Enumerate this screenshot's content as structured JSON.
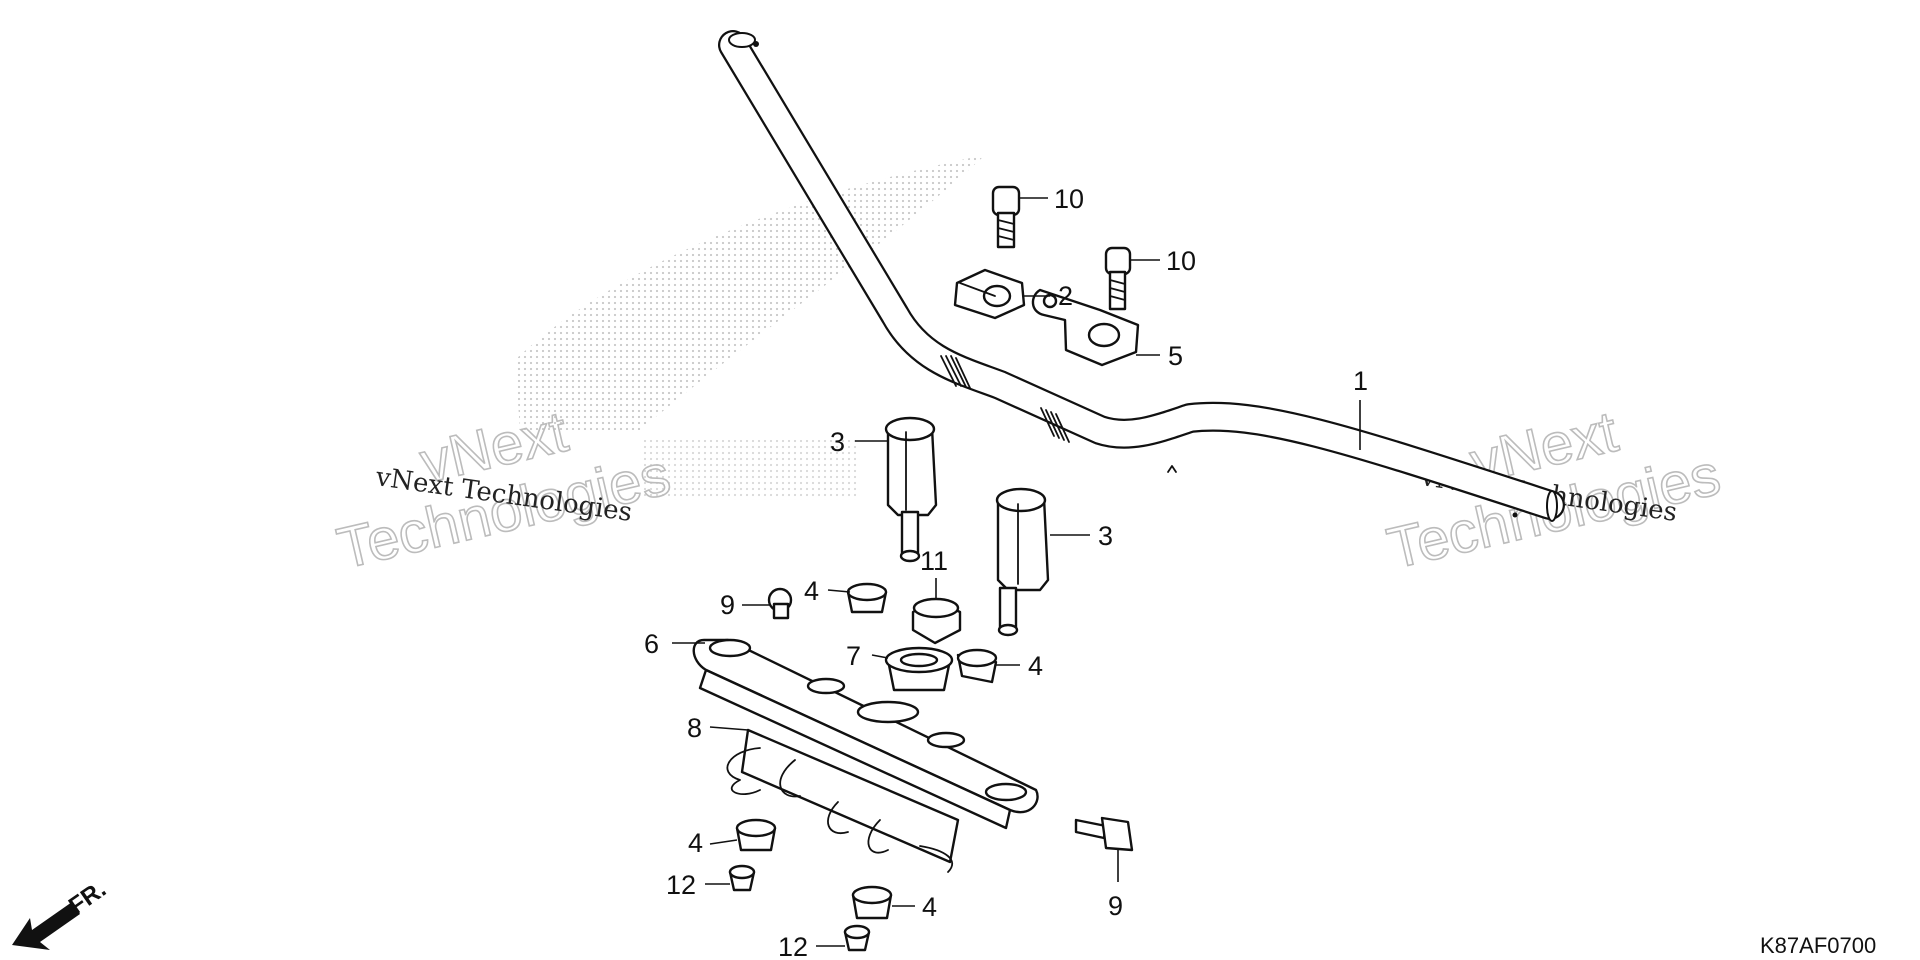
{
  "callouts": [
    {
      "id": "c1",
      "label": "1"
    },
    {
      "id": "c2",
      "label": "2"
    },
    {
      "id": "c3a",
      "label": "3"
    },
    {
      "id": "c3b",
      "label": "3"
    },
    {
      "id": "c4a",
      "label": "4"
    },
    {
      "id": "c4b",
      "label": "4"
    },
    {
      "id": "c4c",
      "label": "4"
    },
    {
      "id": "c4d",
      "label": "4"
    },
    {
      "id": "c5",
      "label": "5"
    },
    {
      "id": "c6",
      "label": "6"
    },
    {
      "id": "c7",
      "label": "7"
    },
    {
      "id": "c8",
      "label": "8"
    },
    {
      "id": "c9a",
      "label": "9"
    },
    {
      "id": "c9b",
      "label": "9"
    },
    {
      "id": "c10a",
      "label": "10"
    },
    {
      "id": "c10b",
      "label": "10"
    },
    {
      "id": "c11",
      "label": "11"
    },
    {
      "id": "c12a",
      "label": "12"
    },
    {
      "id": "c12b",
      "label": "12"
    }
  ],
  "watermark": {
    "small_text": "vNext Technologies",
    "big_line1": "vNext",
    "big_line2": "Technologies"
  },
  "direction_label": "FR.",
  "diagram_code": "K87AF0700",
  "icons": {
    "direction": "front-direction-arrow-icon",
    "logo": "wing-logo-watermark"
  },
  "colors": {
    "line": "#111111",
    "background": "#ffffff",
    "watermark_outline": "#bcbcbc",
    "logo_dots": "#c8c8c8"
  }
}
